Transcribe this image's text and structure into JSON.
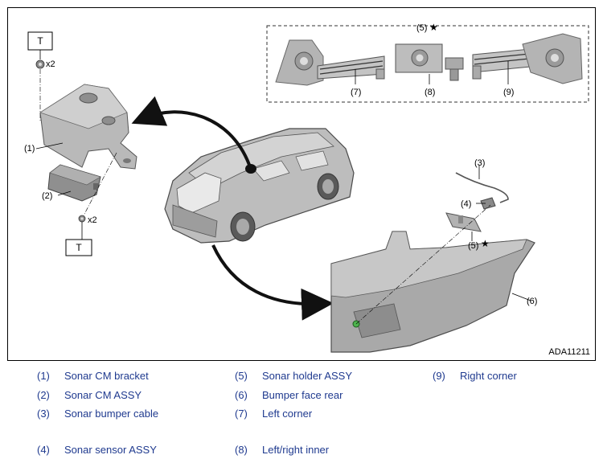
{
  "figure": {
    "id": "ADA11211",
    "torque_label": "T",
    "qty_bracket_nut": "x2",
    "qty_assy_nut": "x2",
    "star_symbol": "★",
    "callouts": {
      "c1": "(1)",
      "c2": "(2)",
      "c3": "(3)",
      "c4": "(4)",
      "c5_inset": "(5)",
      "c5_main": "(5)",
      "c6": "(6)",
      "c7": "(7)",
      "c8": "(8)",
      "c9": "(9)"
    }
  },
  "legend": [
    {
      "num": "(1)",
      "text": "Sonar CM bracket"
    },
    {
      "num": "(2)",
      "text": "Sonar CM ASSY"
    },
    {
      "num": "(3)",
      "text": "Sonar bumper cable"
    },
    {
      "num": "(4)",
      "text": "Sonar sensor ASSY"
    },
    {
      "num": "(5)",
      "text": "Sonar holder ASSY"
    },
    {
      "num": "(6)",
      "text": "Bumper face rear"
    },
    {
      "num": "(7)",
      "text": "Left corner"
    },
    {
      "num": "(8)",
      "text": "Left/right inner"
    },
    {
      "num": "(9)",
      "text": "Right corner"
    }
  ]
}
